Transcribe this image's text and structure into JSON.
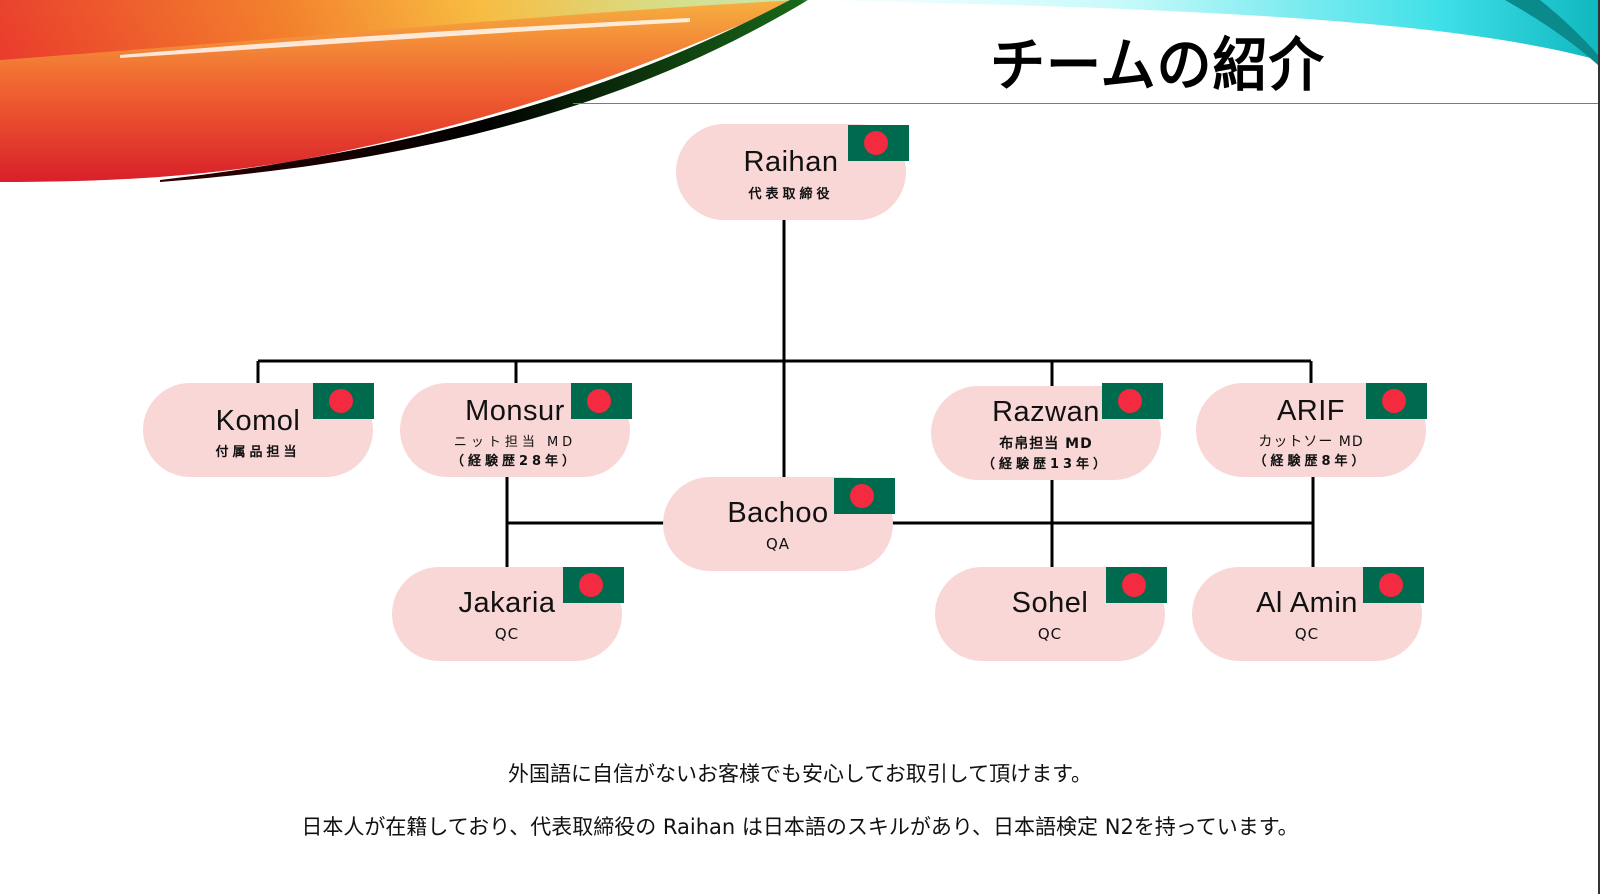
{
  "slide": {
    "title": "チームの紹介",
    "colors": {
      "accent_rule": "#e05050",
      "node_fill": "#f8d7d6",
      "flag_green": "#006a4e",
      "flag_red": "#f42a41"
    }
  },
  "org_chart": {
    "flag_icon": "bangladesh-flag-icon",
    "nodes": [
      {
        "id": "raihan",
        "name": "Raihan",
        "role": "代表取締役",
        "role2": ""
      },
      {
        "id": "komol",
        "name": "Komol",
        "role": "付属品担当",
        "role2": ""
      },
      {
        "id": "monsur",
        "name": "Monsur",
        "role": "ニット担当 MD",
        "role2": "（経験歴28年）"
      },
      {
        "id": "bachoo",
        "name": "Bachoo",
        "role": "QA",
        "role2": ""
      },
      {
        "id": "razwan",
        "name": "Razwan",
        "role": "布帛担当 MD",
        "role2": "（経験歴13年）"
      },
      {
        "id": "arif",
        "name": "ARIF",
        "role": "カットソー MD",
        "role2": "（経験歴8年）"
      },
      {
        "id": "jakaria",
        "name": "Jakaria",
        "role": "QC",
        "role2": ""
      },
      {
        "id": "sohel",
        "name": "Sohel",
        "role": "QC",
        "role2": ""
      },
      {
        "id": "alamin",
        "name": "Al Amin",
        "role": "QC",
        "role2": ""
      }
    ],
    "reports_to": {
      "komol": "raihan",
      "monsur": "raihan",
      "bachoo": "raihan",
      "razwan": "raihan",
      "arif": "raihan",
      "jakaria": "monsur",
      "sohel": "razwan",
      "alamin": "arif"
    }
  },
  "captions": {
    "line1": "外国語に自信がないお客様でも安心してお取引して頂けます。",
    "line2": "日本人が在籍しており、代表取締役の Raihan は日本語のスキルがあり、日本語検定 N2を持っています。"
  }
}
